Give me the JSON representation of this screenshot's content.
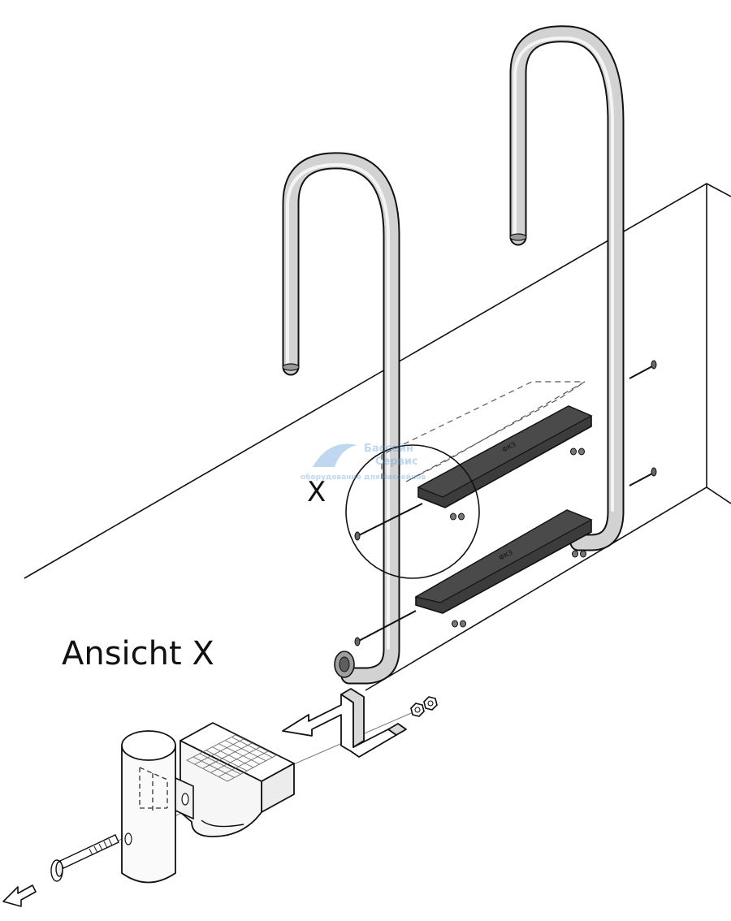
{
  "labels": {
    "detail_marker": "X",
    "detail_title": "Ansicht X"
  },
  "step_label": "ФКЗ",
  "watermark": {
    "line1": "Бассейн",
    "line2": "Сервис",
    "line3": "оборудование для бассейнов"
  },
  "colors": {
    "line": "#111111",
    "tube_fill": "#c9c9c9",
    "step_fill": "#3c3c3c",
    "watermark": "#4a90d9"
  }
}
